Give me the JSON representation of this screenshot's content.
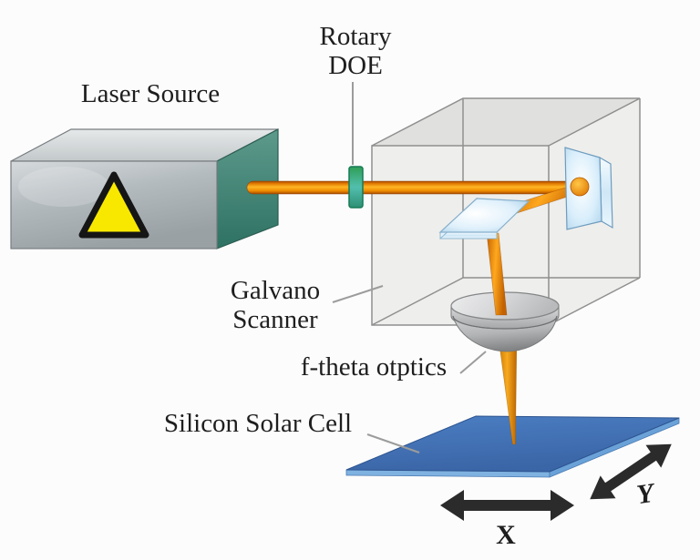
{
  "diagram": {
    "labels": {
      "laser_source": "Laser Source",
      "rotary_doe_line1": "Rotary",
      "rotary_doe_line2": "DOE",
      "galvano_line1": "Galvano",
      "galvano_line2": "Scanner",
      "f_theta": "f-theta otptics",
      "solar_cell": "Silicon Solar Cell",
      "axis_x": "X",
      "axis_y": "Y"
    },
    "colors": {
      "beam_orange": "#F59B00",
      "beam_dark": "#A64A00",
      "laser_box_front_gray": "#AEB5B9",
      "laser_box_side_teal": "#3E8A78",
      "warning_yellow": "#F8E800",
      "doe_green": "#2F9E55",
      "mirror_blue": "#CFE9FA",
      "lens_gray": "#A9ABAC",
      "cell_blue": "#3E6FB2",
      "cell_edge_blue": "#7FB2E0",
      "arrow_dark": "#2B2B2B",
      "text_dark": "#1E1E1E",
      "cube_gray": "#ECECEA"
    }
  }
}
